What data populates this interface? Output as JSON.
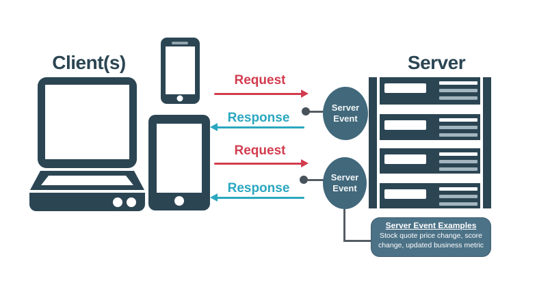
{
  "diagram": {
    "clients_label": "Client(s)",
    "server_label": "Server",
    "flows": [
      {
        "request": "Request",
        "response": "Response"
      },
      {
        "request": "Request",
        "response": "Response"
      }
    ],
    "server_events": [
      {
        "label": "Server\nEvent"
      },
      {
        "label": "Server\nEvent"
      }
    ],
    "examples_box": {
      "title": "Server Event Examples",
      "body": "Stock quote price change, score change, updated business metric"
    },
    "icons": [
      "laptop-icon",
      "smartphone-icon",
      "tablet-icon",
      "server-rack-icon"
    ],
    "colors": {
      "dark_slate": "#2b4553",
      "request_red": "#d23c4e",
      "response_teal": "#2aa7bf",
      "event_circle": "#41687b",
      "examples_box_bg": "#4c7287",
      "connector_gray": "#545c63",
      "stripe_light": "#a3b6bf"
    }
  }
}
